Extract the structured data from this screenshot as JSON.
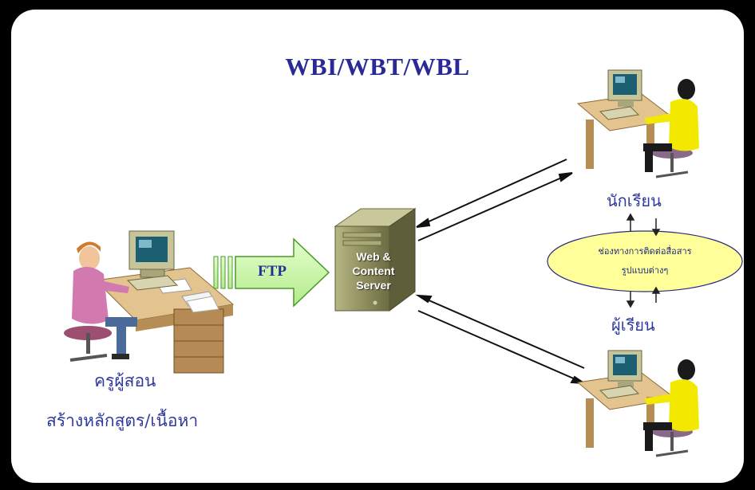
{
  "title": "WBI/WBT/WBL",
  "ftp_label": "FTP",
  "server": {
    "line1": "Web &",
    "line2": "Content",
    "line3": "Server"
  },
  "teacher": {
    "line1": "ครูผู้สอน",
    "line2": "สร้างหลักสูตร/เนื้อหา"
  },
  "student_top_label": "นักเรียน",
  "student_bottom_label": "ผู้เรียน",
  "channel": {
    "line1": "ช่องทางการติดต่อสื่อสาร",
    "line2": "รูปแบบต่างๆ"
  },
  "colors": {
    "title": "#2a2a96",
    "label": "#2e3a9c",
    "ftp_arrow": "#c8f5a8",
    "ftp_arrow_border": "#4a9a2a",
    "ellipse_fill": "#ffff99",
    "server_body": "#8a8a58",
    "person_teacher": "#d27ab0",
    "person_student": "#f2e800"
  },
  "icons": [
    "teacher-workstation-icon",
    "server-tower-icon",
    "student-workstation-icon"
  ]
}
